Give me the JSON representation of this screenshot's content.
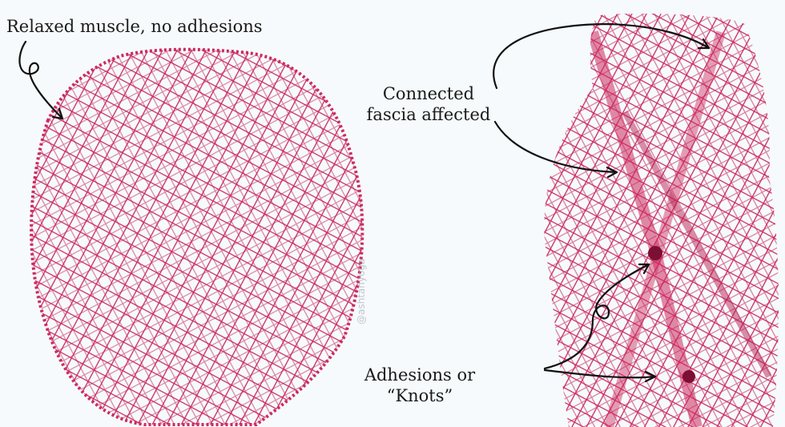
{
  "labels": {
    "relaxed": "Relaxed muscle, no adhesions",
    "fascia_line1": "Connected",
    "fascia_line2": "fascia affected",
    "adhesions_line1": "Adhesions or",
    "adhesions_line2": "“Knots”"
  },
  "watermark": "@ashtanyoga",
  "colors": {
    "mesh": "#cc2a5e",
    "mesh_dark": "#9e1844",
    "background": "#f6fafc",
    "text": "#1a1a1a"
  }
}
